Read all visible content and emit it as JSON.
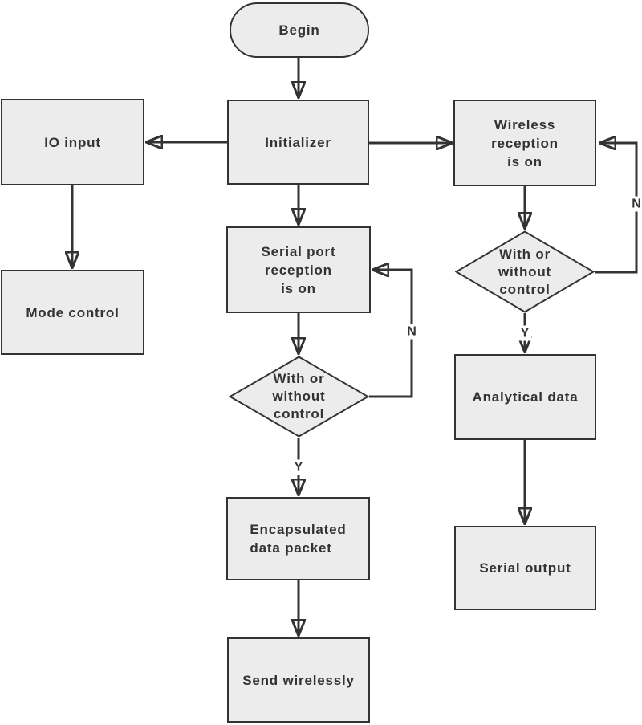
{
  "colors": {
    "background": "#ffffff",
    "node_fill": "#ececec",
    "node_border": "#333333",
    "text": "#333333",
    "arrow": "#333333"
  },
  "nodes": {
    "begin": {
      "type": "terminator",
      "label": "Begin"
    },
    "initializer": {
      "type": "process",
      "label": "Initializer"
    },
    "io_input": {
      "type": "process",
      "label": "IO input"
    },
    "mode_control": {
      "type": "process",
      "label": "Mode control"
    },
    "serial_port_reception": {
      "type": "process",
      "label": "Serial port\nreception\nis on"
    },
    "serial_decision": {
      "type": "decision",
      "label": "With or\nwithout\ncontrol"
    },
    "encapsulated_data_packet": {
      "type": "process",
      "label": "Encapsulated\ndata packet"
    },
    "send_wirelessly": {
      "type": "process",
      "label": "Send wirelessly"
    },
    "wireless_reception": {
      "type": "process",
      "label": "Wireless\nreception\nis on"
    },
    "wireless_decision": {
      "type": "decision",
      "label": "With or\nwithout\ncontrol"
    },
    "analytical_data": {
      "type": "process",
      "label": "Analytical data"
    },
    "serial_output": {
      "type": "process",
      "label": "Serial output"
    }
  },
  "edges": [
    {
      "from": "begin",
      "to": "initializer",
      "label": ""
    },
    {
      "from": "initializer",
      "to": "io_input",
      "label": ""
    },
    {
      "from": "initializer",
      "to": "wireless_reception",
      "label": ""
    },
    {
      "from": "initializer",
      "to": "serial_port_reception",
      "label": ""
    },
    {
      "from": "io_input",
      "to": "mode_control",
      "label": ""
    },
    {
      "from": "serial_port_reception",
      "to": "serial_decision",
      "label": ""
    },
    {
      "from": "serial_decision",
      "to": "serial_port_reception",
      "label": "N"
    },
    {
      "from": "serial_decision",
      "to": "encapsulated_data_packet",
      "label": "Y"
    },
    {
      "from": "encapsulated_data_packet",
      "to": "send_wirelessly",
      "label": ""
    },
    {
      "from": "wireless_reception",
      "to": "wireless_decision",
      "label": ""
    },
    {
      "from": "wireless_decision",
      "to": "wireless_reception",
      "label": "N"
    },
    {
      "from": "wireless_decision",
      "to": "analytical_data",
      "label": "Y"
    },
    {
      "from": "analytical_data",
      "to": "serial_output",
      "label": ""
    }
  ]
}
